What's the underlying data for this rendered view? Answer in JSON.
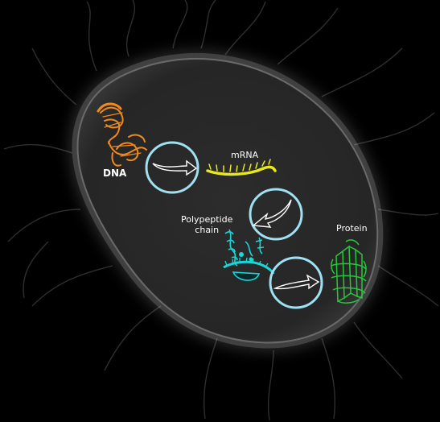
{
  "labels": {
    "dna": "DNA",
    "mrna": "mRNA",
    "polypeptide_line1": "Polypeptide",
    "polypeptide_line2": "chain",
    "protein": "Protein"
  },
  "colors": {
    "background": "#000000",
    "cell_fill": "#2a2a2a",
    "cell_glow": "#ffffff",
    "dna": "#f08a1c",
    "mrna": "#e8e81a",
    "polypeptide": "#18d8d8",
    "protein": "#28c83a",
    "step_circle": "#9fe0f2",
    "arrow": "#ffffff"
  },
  "icons": {
    "dna": "dna-helix-icon",
    "mrna": "mrna-strand-icon",
    "polypeptide": "polypeptide-chain-icon",
    "protein": "folded-protein-icon",
    "step": "arrow-in-circle-icon"
  }
}
